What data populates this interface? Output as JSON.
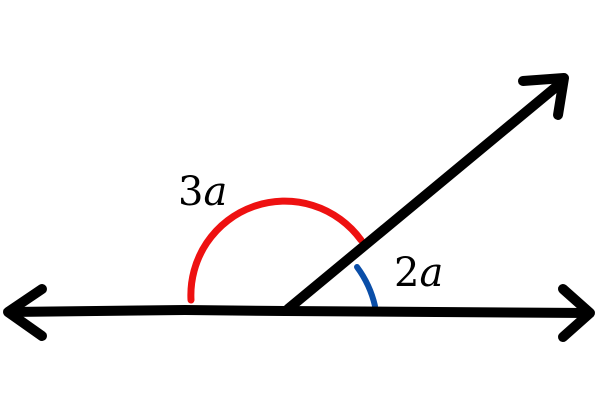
{
  "diagram": {
    "line_color": "#000000",
    "large_angle_color": "#ee1111",
    "small_angle_color": "#0a4ea8",
    "labels": {
      "large_angle": {
        "coefficient": "3",
        "variable": "a"
      },
      "small_angle": {
        "coefficient": "2",
        "variable": "a"
      }
    }
  }
}
